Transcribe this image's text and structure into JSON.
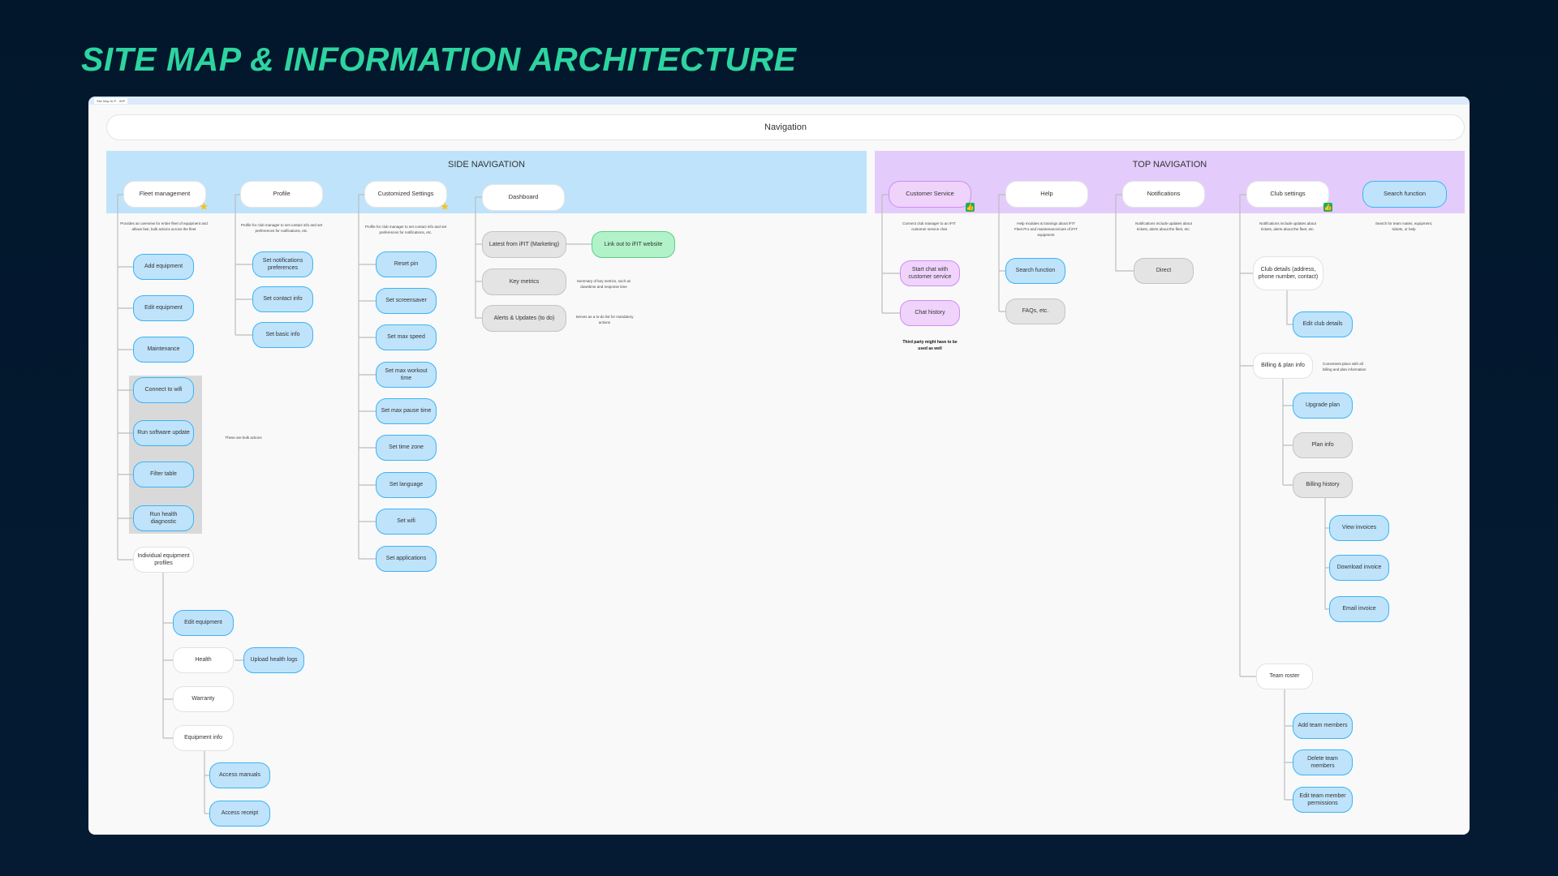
{
  "title": "SITE MAP & INFORMATION ARCHITECTURE",
  "board_tag": "Site Map ALP - WIP",
  "navigation": "Navigation",
  "side": {
    "label": "SIDE NAVIGATION",
    "fleet": {
      "label": "Fleet management",
      "desc": "Provides an overview for entire fleet of equipment and allows fast, bulk actions across the fleet",
      "items": [
        "Add equipment",
        "Edit equipment",
        "Maintenance",
        "Connect to wifi",
        "Run software update",
        "Filter table",
        "Run health diagnostic"
      ],
      "bulk_note": "These are bulk actions",
      "individual": {
        "label": "Individual equipment profiles",
        "edit": "Edit equipment",
        "health": "Health",
        "upload": "Upload health logs",
        "warranty": "Warranty",
        "equipment_info": "Equipment info",
        "manuals": "Access manuals",
        "receipt": "Access receipt"
      }
    },
    "profile": {
      "label": "Profile",
      "desc": "Profile for club manager to set contact info and set preferences for notifications, etc.",
      "items": [
        "Set notifications preferences",
        "Set contact info",
        "Set basic info"
      ]
    },
    "custom": {
      "label": "Customized Settings",
      "desc": "Profile for club manager to set contact info and set preferences for notifications, etc.",
      "items": [
        "Reset pin",
        "Set screensaver",
        "Set max speed",
        "Set max workout time",
        "Set max pause time",
        "Set time zone",
        "Set language",
        "Set wifi",
        "Set applications"
      ]
    },
    "dashboard": {
      "label": "Dashboard",
      "items": [
        "Latest from iFIT (Marketing)",
        "Key metrics",
        "Alerts & Updates (to do)"
      ],
      "link": "Link out to iFIT website",
      "metrics_desc": "Summary of key metrics, such as downtime and response time",
      "alerts_desc": "Serves as a to-do list for mandatory actions"
    }
  },
  "top": {
    "label": "TOP NAVIGATION",
    "cs": {
      "label": "Customer Service",
      "desc": "Connect club manager to an iFIT customer service chat",
      "items": [
        "Start chat with customer service",
        "Chat history"
      ],
      "note": "Third party might have to be used as well"
    },
    "help": {
      "label": "Help",
      "desc": "Help modules & trainings about iFIT Fleet Pro and maintenance/care of iFIT equipment",
      "items": [
        "Search function",
        "FAQs, etc."
      ]
    },
    "notifications": {
      "label": "Notifications",
      "desc": "Notifications include updates about tickets, alerts about the fleet, etc.",
      "items": [
        "Direct"
      ]
    },
    "club": {
      "label": "Club settings",
      "desc": "Notifications include updates about tickets, alerts about the fleet, etc.",
      "details": "Club details (address, phone number, contact)",
      "edit_details": "Edit club details",
      "billing": "Billing & plan info",
      "billing_desc": "Convenient place with all billing and plan information",
      "upgrade": "Upgrade plan",
      "plan_info": "Plan info",
      "history": "Billing history",
      "invoices": [
        "View invoices",
        "Download invoice",
        "Email invoice"
      ],
      "roster": "Team roster",
      "roster_items": [
        "Add team members",
        "Delete team members",
        "Edit team member permissions"
      ]
    },
    "search": {
      "label": "Search function",
      "desc": "Search for team mates, equipment, tickets, or help"
    }
  },
  "colors": {
    "title": "#2dd4a0",
    "side_band": "#bfe3fb",
    "top_band": "#e3ccfb",
    "action": "#bfe3fb",
    "info": "#e4e4e4",
    "external": "#b2f2c9",
    "customer_service": "#efd3fb"
  },
  "icons": {
    "priority": "star-icon",
    "approved": "thumbs-up-icon"
  }
}
